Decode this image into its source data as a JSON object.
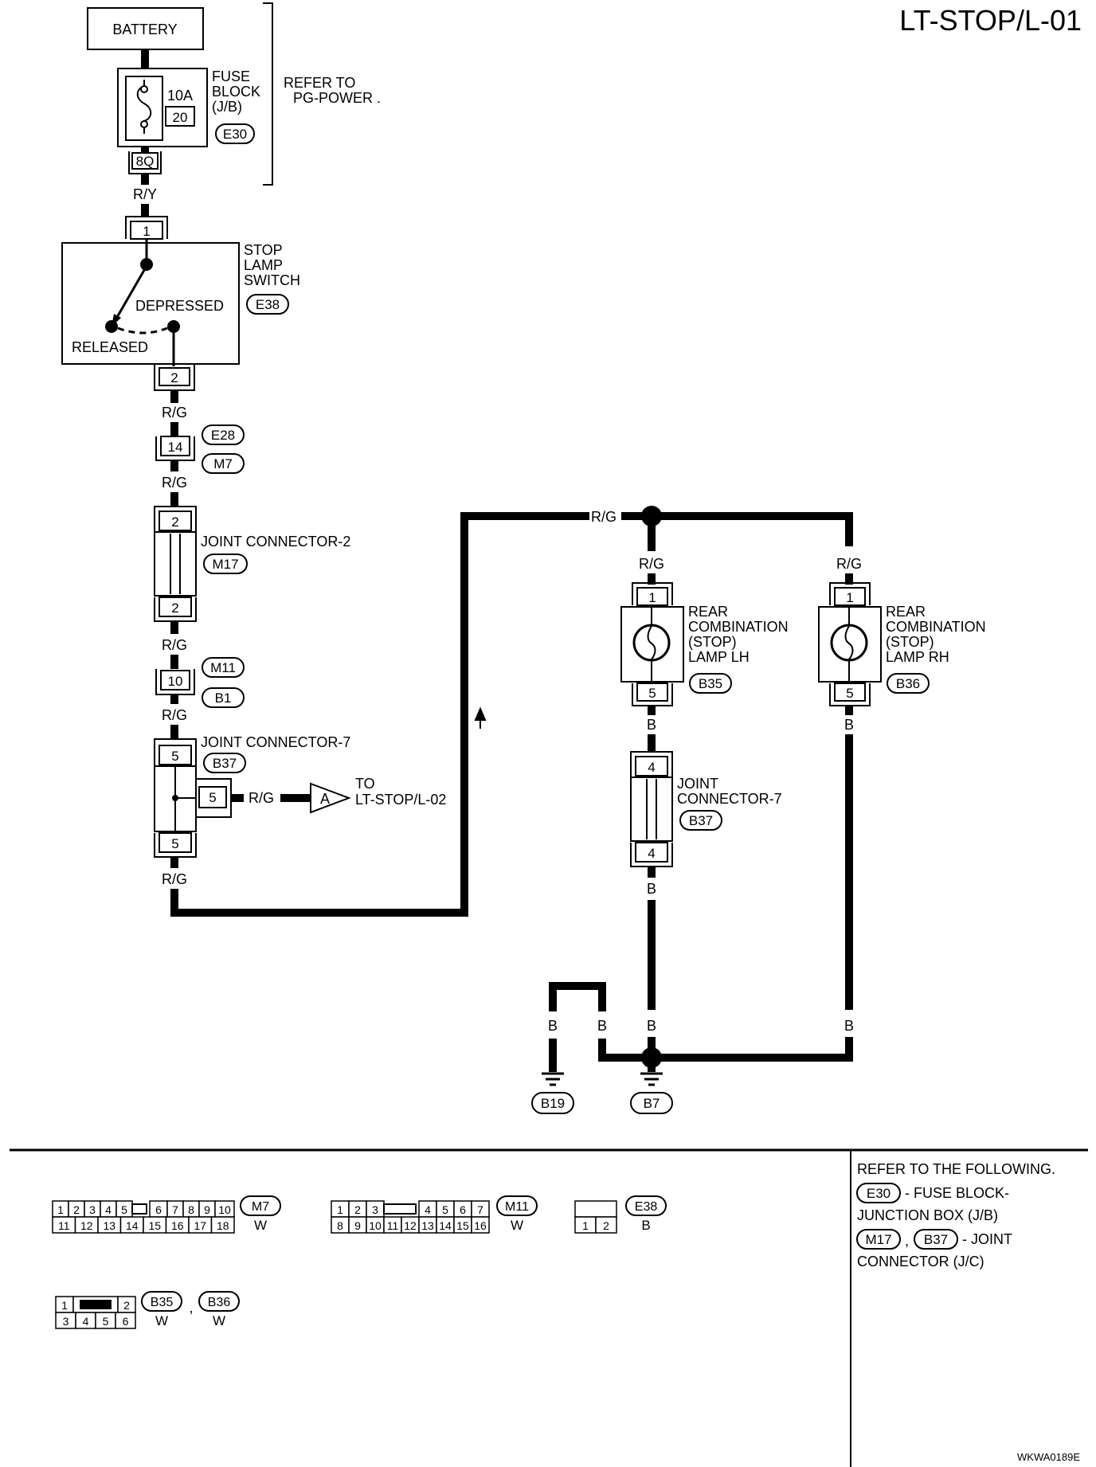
{
  "title": "LT-STOP/L-01",
  "code": "WKWA0189E",
  "battery": "BATTERY",
  "fuse": {
    "name_lines": [
      "FUSE",
      "BLOCK",
      "(J/B)"
    ],
    "amp": "10A",
    "num": "20",
    "conn": "E30",
    "pin": "8Q",
    "refer_lines": [
      "REFER TO",
      "PG-POWER ."
    ]
  },
  "wires": {
    "ry": "R/Y",
    "rg": "R/G",
    "b": "B"
  },
  "stop_switch": {
    "name_lines": [
      "STOP",
      "LAMP",
      "SWITCH"
    ],
    "conn": "E38",
    "depressed": "DEPRESSED",
    "released": "RELEASED",
    "pin_top": "1",
    "pin_bottom": "2"
  },
  "inline1": {
    "pin": "14",
    "conn_top": "E28",
    "conn_bottom": "M7"
  },
  "jc2": {
    "name": "JOINT CONNECTOR-2",
    "conn": "M17",
    "pin_top": "2",
    "pin_bottom": "2"
  },
  "inline2": {
    "pin": "10",
    "conn_top": "M11",
    "conn_bottom": "B1"
  },
  "jc7_left": {
    "name": "JOINT CONNECTOR-7",
    "conn": "B37",
    "pin_top": "5",
    "pin_side": "5",
    "pin_bottom": "5"
  },
  "offpage": {
    "letter": "A",
    "lines": [
      "TO",
      "LT-STOP/L-02"
    ]
  },
  "lamp_lh": {
    "name_lines": [
      "REAR",
      "COMBINATION",
      "(STOP)",
      "LAMP LH"
    ],
    "conn": "B35",
    "pin_top": "1",
    "pin_bottom": "5"
  },
  "lamp_rh": {
    "name_lines": [
      "REAR",
      "COMBINATION",
      "(STOP)",
      "LAMP RH"
    ],
    "conn": "B36",
    "pin_top": "1",
    "pin_bottom": "5"
  },
  "jc7_right": {
    "name_lines": [
      "JOINT",
      "CONNECTOR-7"
    ],
    "conn": "B37",
    "pin_top": "4",
    "pin_bottom": "4"
  },
  "grounds": {
    "left": "B19",
    "right": "B7"
  },
  "connectors_legend": {
    "m7": {
      "top": [
        "1",
        "2",
        "3",
        "4",
        "5",
        "6",
        "7",
        "8",
        "9",
        "10"
      ],
      "bottom": [
        "11",
        "12",
        "13",
        "14",
        "15",
        "16",
        "17",
        "18"
      ],
      "conn": "M7",
      "color": "W"
    },
    "m11": {
      "top": [
        "1",
        "2",
        "3",
        "4",
        "5",
        "6",
        "7"
      ],
      "bottom": [
        "8",
        "9",
        "10",
        "11",
        "12",
        "13",
        "14",
        "15",
        "16"
      ],
      "conn": "M11",
      "color": "W"
    },
    "e38": {
      "pins": [
        "1",
        "2"
      ],
      "conn": "E38",
      "color": "B"
    },
    "b35b36": {
      "top": [
        "1",
        "2"
      ],
      "bottom": [
        "3",
        "4",
        "5",
        "6"
      ],
      "conn1": "B35",
      "conn2": "B36",
      "color": "W",
      "sep": ","
    }
  },
  "refer_box": {
    "heading": "REFER TO THE FOLLOWING.",
    "e30_conn": "E30",
    "e30_text": "- FUSE BLOCK-",
    "e30_text2": "JUNCTION BOX (J/B)",
    "m17_conn": "M17",
    "sep": ",",
    "b37_conn": "B37",
    "jc_text": "- JOINT",
    "jc_text2": "CONNECTOR (J/C)"
  }
}
